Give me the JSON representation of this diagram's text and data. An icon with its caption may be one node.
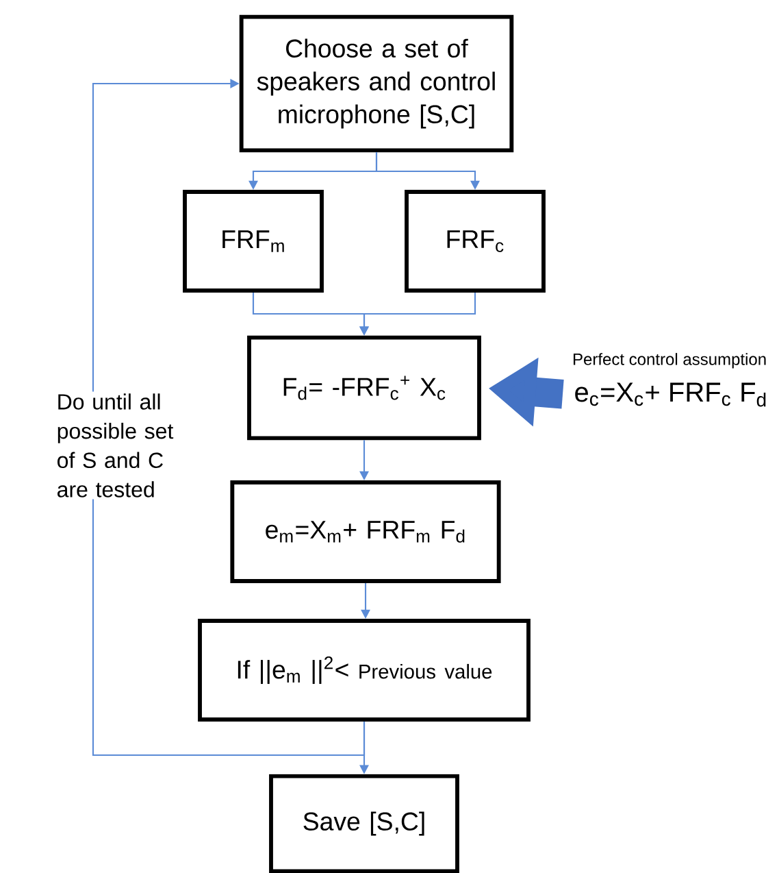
{
  "diagram": {
    "nodes": [
      {
        "text": [
          "Choose a set of speakers and control microphone [S,C]"
        ]
      },
      {
        "text": [
          "FRF$_{m}$"
        ]
      },
      {
        "text": [
          "FRF$_{c}$"
        ]
      },
      {
        "text": [
          "F$_{d}$= -FRF$_{c}$$^{+}$ X$_{c}$"
        ]
      },
      {
        "text": [
          "e$_{m}$=X$_{m}$+ FRF$_{m}$ F$_{d}$"
        ]
      },
      {
        "text": [
          "If ||e$_{m}$ ||$^{2}$<",
          "Previous value"
        ]
      },
      {
        "text": [
          "Save [S,C]"
        ]
      },
      {
        "text": [
          "e$_{c}$=X$_{c}$+ FRF$_{c}$ F$_{d}$"
        ],
        "beside": [
          "Perfect control assumption"
        ]
      }
    ],
    "edges": [
      {
        "from": 0,
        "to": 1,
        "arrow": "to"
      },
      {
        "from": 0,
        "to": 2,
        "arrow": "to"
      },
      {
        "from": 1,
        "to": 3,
        "arrow": "to"
      },
      {
        "from": 2,
        "to": 3,
        "arrow": "to"
      },
      {
        "from": 3,
        "to": 4,
        "arrow": "to"
      },
      {
        "from": 4,
        "to": 5,
        "arrow": "to"
      },
      {
        "from": 5,
        "to": 6,
        "arrow": "to"
      },
      {
        "from": 5,
        "to": 0,
        "arrow": "to"
      },
      {
        "from": 7,
        "to": 3,
        "arrow": "to",
        "style": "thick",
        "color": "#4472c4"
      }
    ],
    "labels": [
      "Do until all possible set of S and C are tested"
    ]
  }
}
